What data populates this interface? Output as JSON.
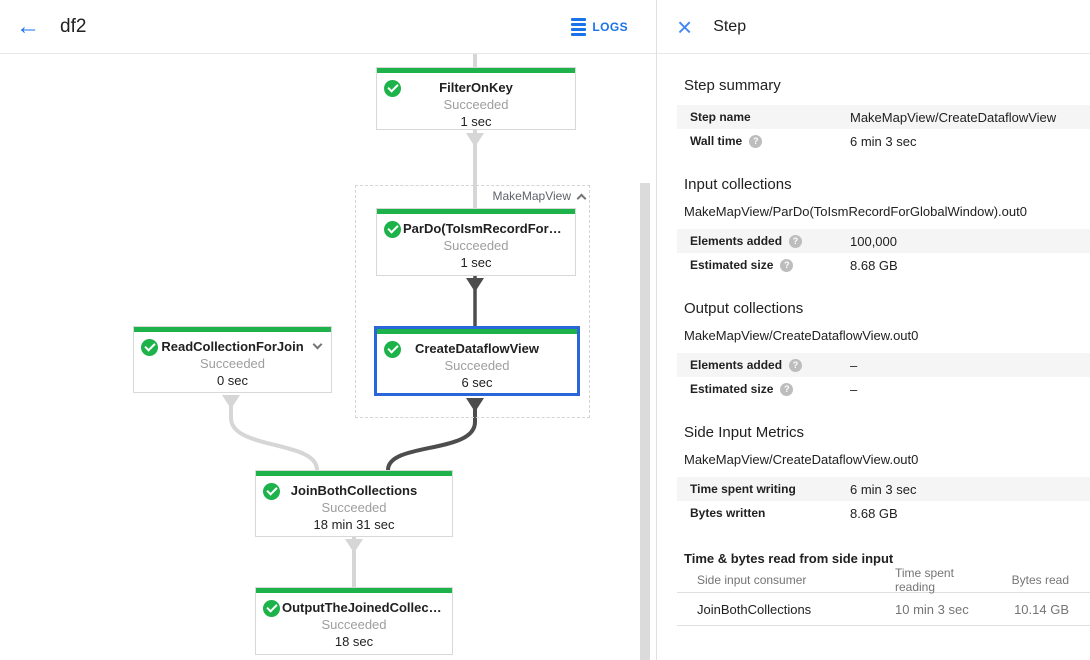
{
  "header": {
    "title": "df2",
    "logs_label": "LOGS"
  },
  "panel": {
    "title": "Step",
    "step_summary": {
      "heading": "Step summary",
      "rows": [
        {
          "label": "Step name",
          "value": "MakeMapView/CreateDataflowView"
        },
        {
          "label": "Wall time",
          "value": "6 min 3 sec"
        }
      ]
    },
    "input_collections": {
      "heading": "Input collections",
      "collection": "MakeMapView/ParDo(ToIsmRecordForGlobalWindow).out0",
      "rows": [
        {
          "label": "Elements added",
          "value": "100,000"
        },
        {
          "label": "Estimated size",
          "value": "8.68 GB"
        }
      ]
    },
    "output_collections": {
      "heading": "Output collections",
      "collection": "MakeMapView/CreateDataflowView.out0",
      "rows": [
        {
          "label": "Elements added",
          "value": "–"
        },
        {
          "label": "Estimated size",
          "value": "–"
        }
      ]
    },
    "side_input_metrics": {
      "heading": "Side Input Metrics",
      "collection": "MakeMapView/CreateDataflowView.out0",
      "rows": [
        {
          "label": "Time spent writing",
          "value": "6 min 3 sec"
        },
        {
          "label": "Bytes written",
          "value": "8.68 GB"
        }
      ]
    },
    "side_input_table": {
      "heading": "Time & bytes read from side input",
      "columns": [
        "Side input consumer",
        "Time spent reading",
        "Bytes read"
      ],
      "rows": [
        {
          "consumer": "JoinBothCollections",
          "time": "10 min 3 sec",
          "bytes": "10.14 GB"
        }
      ]
    }
  },
  "graph": {
    "group_label": "MakeMapView",
    "nodes": [
      {
        "title": "FilterOnKey",
        "status": "Succeeded",
        "time": "1 sec"
      },
      {
        "title": "ParDo(ToIsmRecordFor…",
        "status": "Succeeded",
        "time": "1 sec"
      },
      {
        "title": "CreateDataflowView",
        "status": "Succeeded",
        "time": "6 sec"
      },
      {
        "title": "ReadCollectionForJoin",
        "status": "Succeeded",
        "time": "0 sec"
      },
      {
        "title": "JoinBothCollections",
        "status": "Succeeded",
        "time": "18 min 31 sec"
      },
      {
        "title": "OutputTheJoinedCollec…",
        "status": "Succeeded",
        "time": "18 sec"
      }
    ]
  },
  "colors": {
    "success_green": "#1db24a",
    "accent_blue": "#1a73e8",
    "selected_node_border": "#2a66d9",
    "edge_light": "#d6d6d6",
    "edge_dark": "#4d4d4d",
    "row_stripe": "#f5f5f5"
  }
}
